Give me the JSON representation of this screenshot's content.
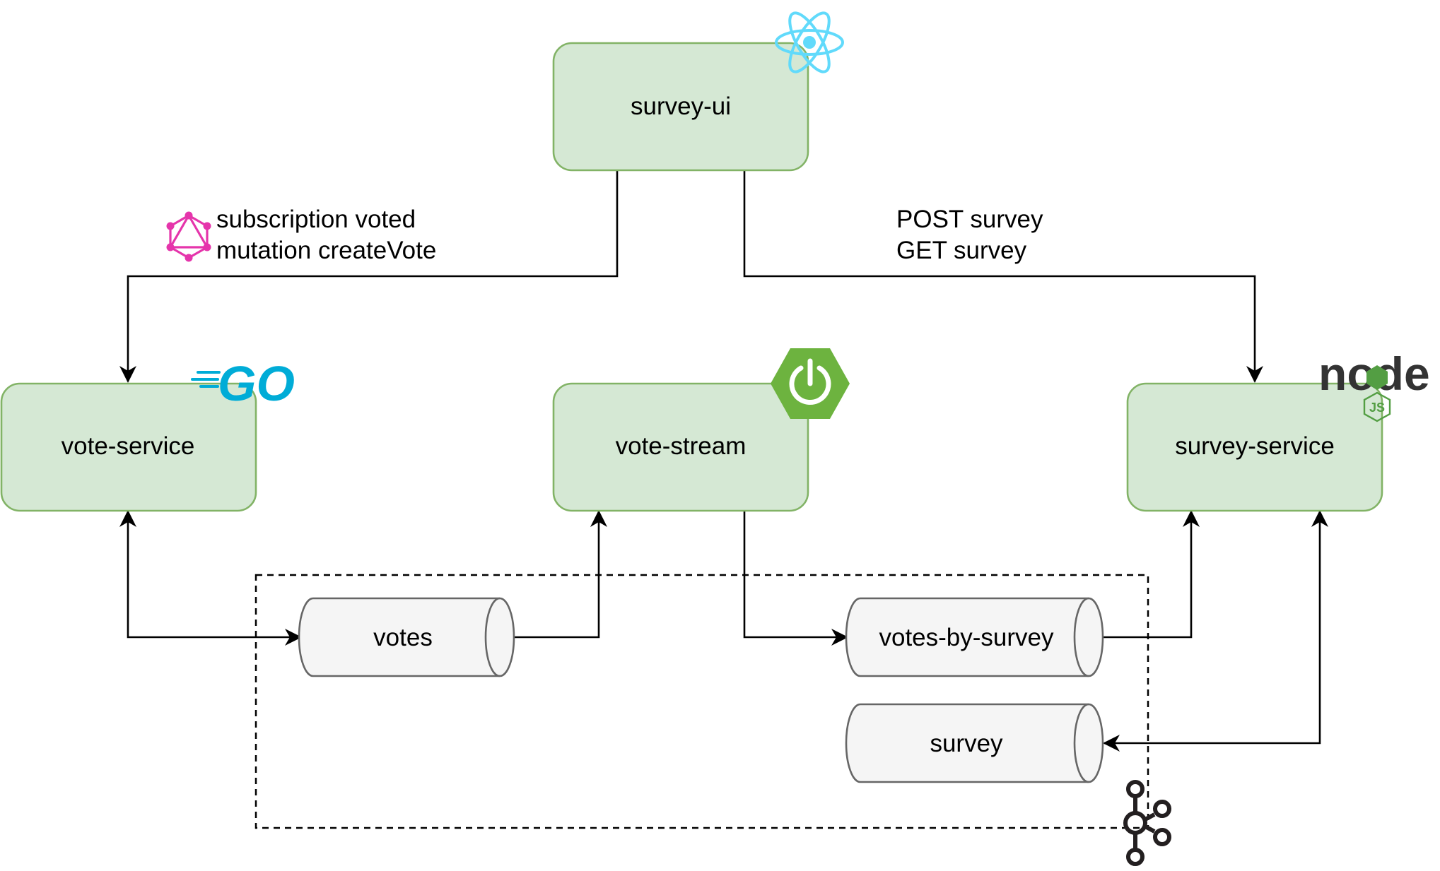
{
  "colors": {
    "service_fill": "#d5e8d4",
    "service_stroke": "#82b366",
    "topic_fill": "#f5f5f5",
    "topic_stroke": "#666666",
    "edge": "#000000",
    "react": "#61dafb",
    "graphql": "#e535ab",
    "go": "#00acd7",
    "spring": "#6db33f",
    "node_dark": "#333333",
    "node_green": "#539e43",
    "kafka": "#231f20"
  },
  "services": {
    "survey_ui": {
      "label": "survey-ui",
      "icon": "react-icon"
    },
    "vote_service": {
      "label": "vote-service",
      "icon": "go-icon"
    },
    "vote_stream": {
      "label": "vote-stream",
      "icon": "spring-icon"
    },
    "survey_service": {
      "label": "survey-service",
      "icon": "nodejs-icon"
    }
  },
  "topics": {
    "votes": {
      "label": "votes"
    },
    "votes_by_survey": {
      "label": "votes-by-survey"
    },
    "survey": {
      "label": "survey"
    }
  },
  "edge_labels": {
    "graphql": {
      "line1": "subscription voted",
      "line2": "mutation createVote",
      "icon": "graphql-icon"
    },
    "rest": {
      "line1": "POST survey",
      "line2": "GET survey"
    }
  },
  "kafka_cluster": {
    "icon": "kafka-icon"
  },
  "logos": {
    "go_text": "GO",
    "node_text": "node",
    "js_text": "JS"
  }
}
